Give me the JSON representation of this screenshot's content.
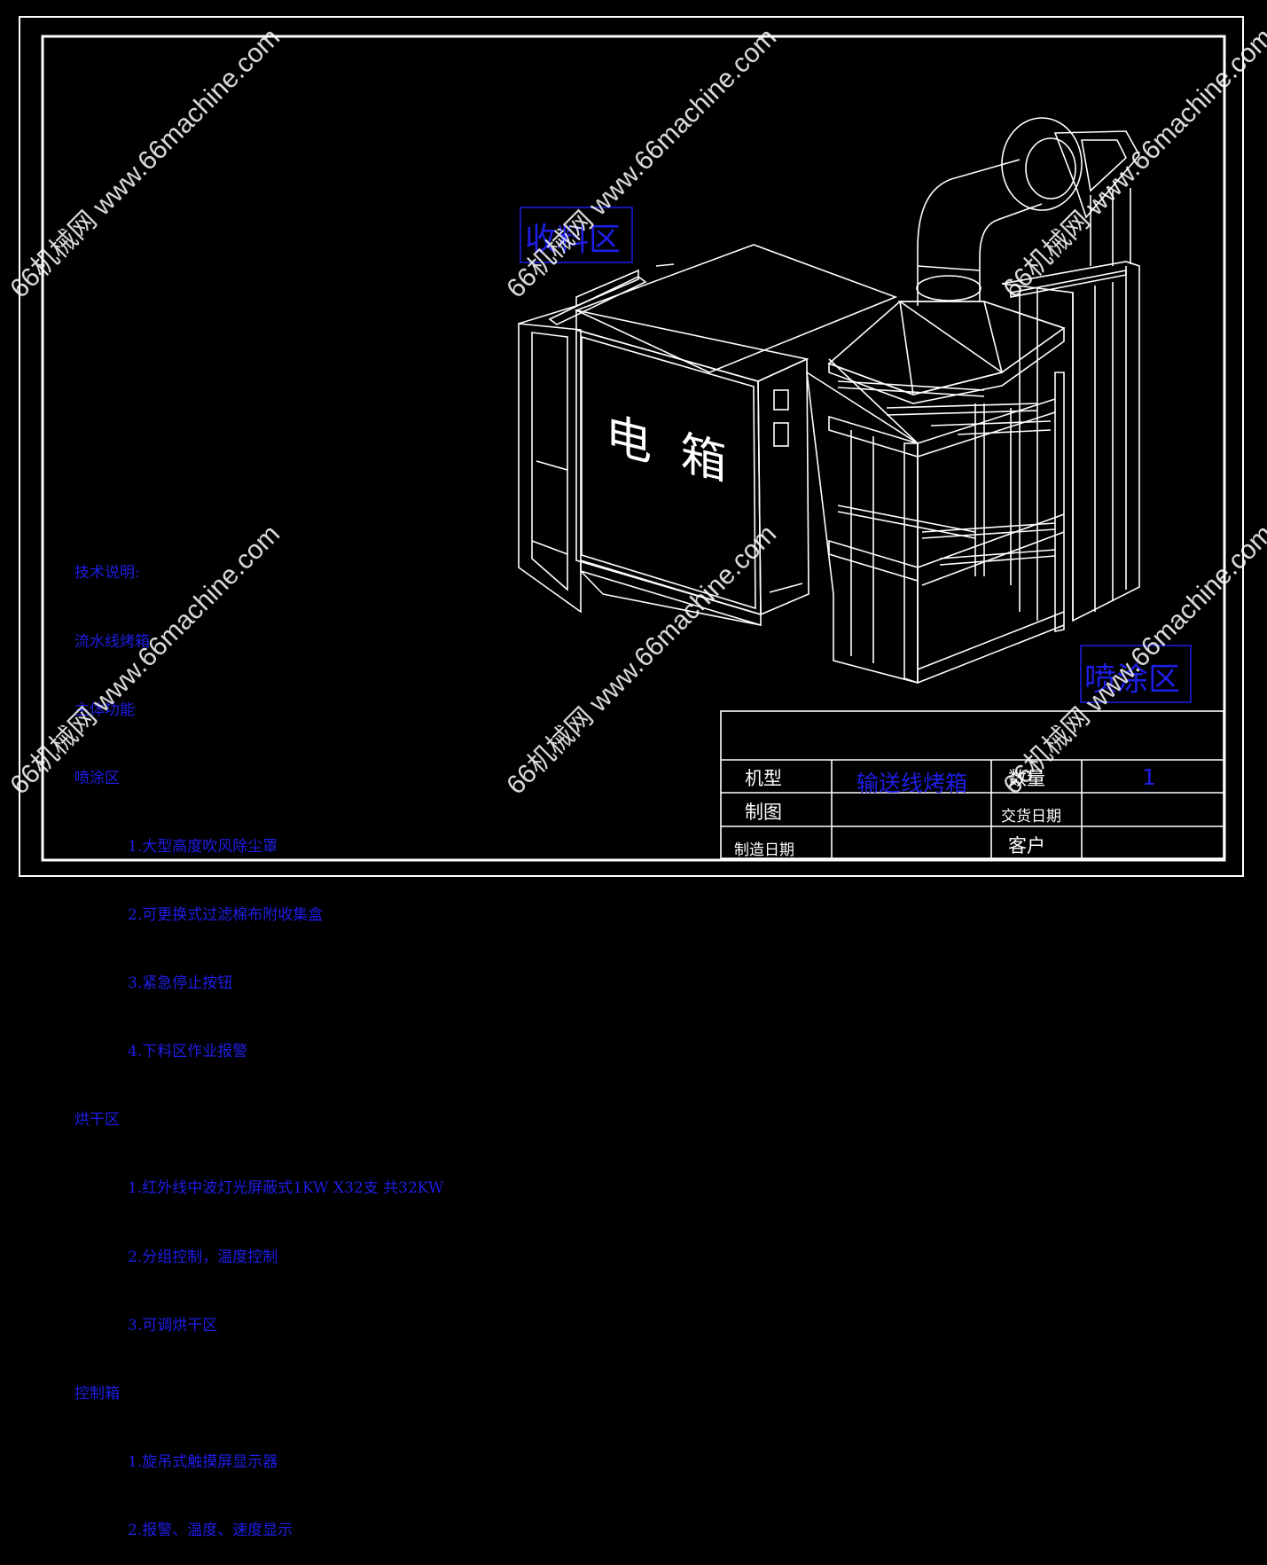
{
  "zones": {
    "receive": "收料区",
    "spray": "喷涂区",
    "electric_box": "电 箱"
  },
  "tech_notes": {
    "title": "技术说明:",
    "line1": "流水线烤箱",
    "line2": "主体功能",
    "section_spray": "喷涂区",
    "spray_items": [
      "1.大型高度吹风除尘罩",
      "2.可更换式过滤棉布附收集盒",
      "3.紧急停止按钮",
      "4.下料区作业报警"
    ],
    "section_bake": "烘干区",
    "bake_items": [
      "1.红外线中波灯光屏蔽式1KW X32支 共32KW",
      "2.分组控制，温度控制",
      "3.可调烘干区"
    ],
    "section_control": "控制箱",
    "control_items": [
      "1.旋吊式触摸屏显示器",
      "2.报警、温度、速度显示"
    ]
  },
  "title_block": {
    "model_label": "机型",
    "model_value": "输送线烤箱",
    "qty_label": "数量",
    "qty_value": "1",
    "drawn_label": "制图",
    "delivery_label": "交货日期",
    "mfg_date_label": "制造日期",
    "client_label": "客户"
  },
  "watermark": "66机械网 www.66machine.com",
  "colors": {
    "background": "#000000",
    "line": "#ffffff",
    "annotation": "#1e1ee6"
  }
}
